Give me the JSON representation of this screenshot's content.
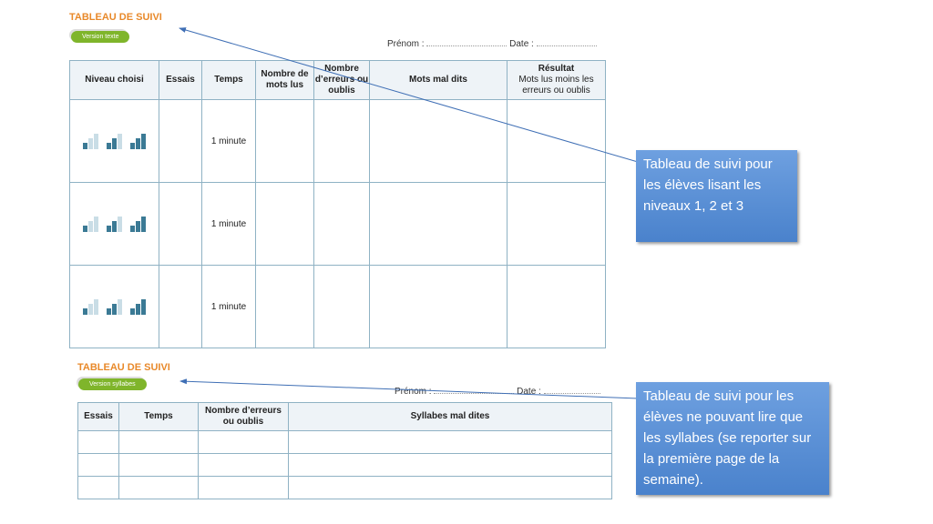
{
  "sheet1": {
    "title": "TABLEAU DE SUIVI",
    "version": "Version texte",
    "prenom": "Prénom :",
    "date": "Date :",
    "headers": [
      "Niveau choisi",
      "Essais",
      "Temps",
      "Nombre de mots lus",
      "Nombre d’erreurs ou oublis",
      "Mots mal dits"
    ],
    "result_header": "Résultat",
    "result_sub": "Mots lus moins les erreurs ou oublis",
    "rows": [
      {
        "temps": "1 minute"
      },
      {
        "temps": "1 minute"
      },
      {
        "temps": "1 minute"
      }
    ]
  },
  "sheet2": {
    "title": "TABLEAU DE SUIVI",
    "version": "Version syllabes",
    "prenom": "Prénom :",
    "date": "Date :",
    "headers": [
      "Essais",
      "Temps",
      "Nombre d’erreurs ou oublis",
      "Syllabes mal dites"
    ]
  },
  "callouts": [
    "Tableau de suivi pour les élèves lisant les niveaux 1, 2 et 3",
    "Tableau de suivi pour les élèves ne pouvant lire que les syllabes (se reporter sur la première page de la semaine)."
  ],
  "colors": {
    "orange": "#e8892a",
    "green": "#7fb52b",
    "dark_bar": "#3b7a95",
    "light_bar": "#c9dde6",
    "callout": "#5b8fd6"
  }
}
